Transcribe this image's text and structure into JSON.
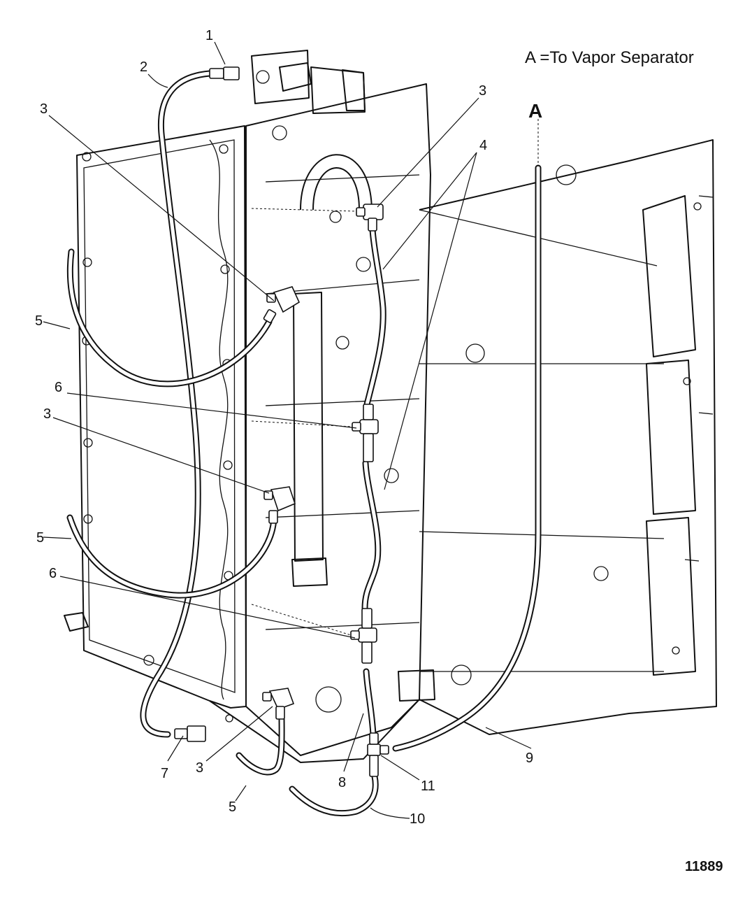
{
  "legend": {
    "text": "A =To Vapor Separator"
  },
  "reference_letter": "A",
  "figure_number": "11889",
  "callouts": {
    "c1": "1",
    "c2": "2",
    "c3a": "3",
    "c3b": "3",
    "c3c": "3",
    "c3d": "3",
    "c4": "4",
    "c5a": "5",
    "c5b": "5",
    "c5c": "5",
    "c6a": "6",
    "c6b": "6",
    "c7": "7",
    "c8": "8",
    "c9": "9",
    "c10": "10",
    "c11": "11"
  }
}
